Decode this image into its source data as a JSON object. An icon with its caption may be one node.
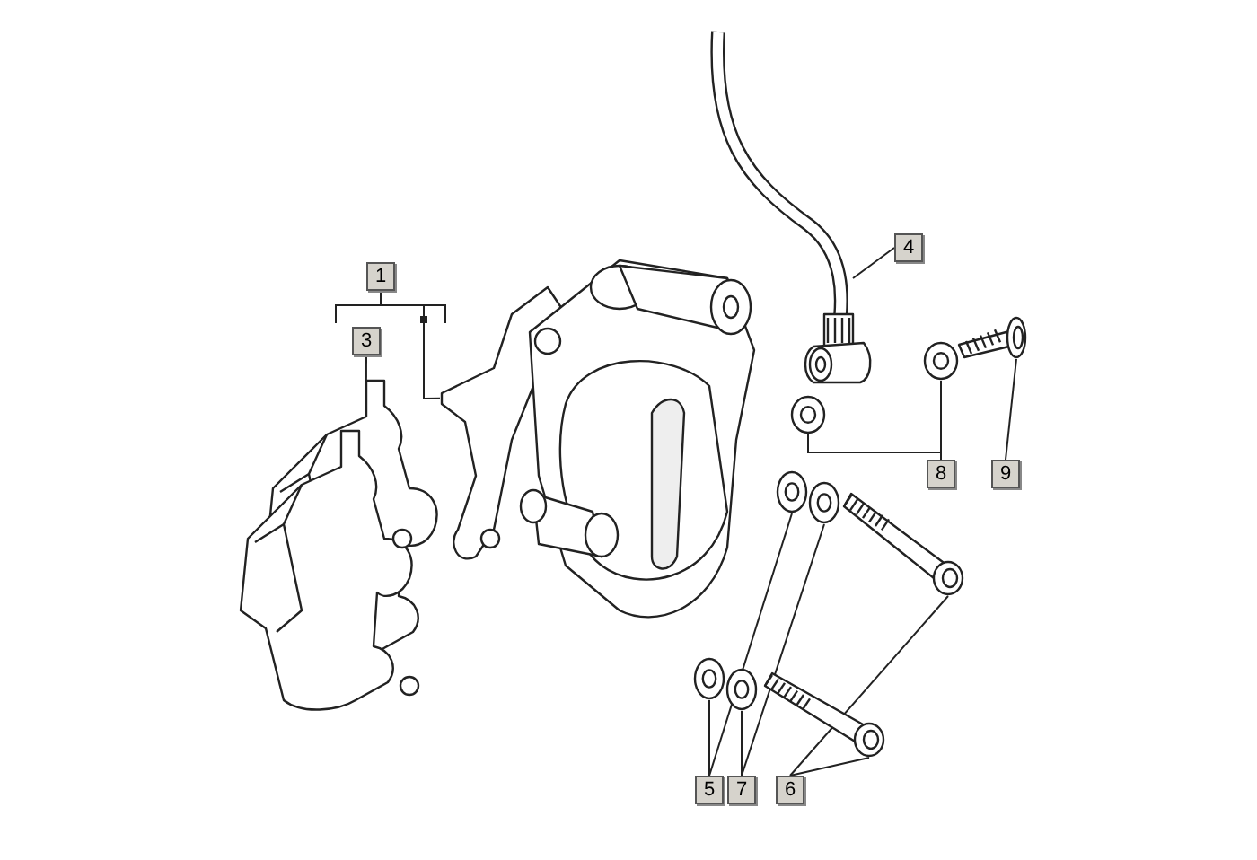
{
  "diagram": {
    "nodes": [
      {
        "text": [
          "1"
        ]
      },
      {
        "text": [
          "3"
        ]
      },
      {
        "text": [
          "4"
        ]
      },
      {
        "text": [
          "8"
        ]
      },
      {
        "text": [
          "9"
        ]
      },
      {
        "text": [
          "5"
        ]
      },
      {
        "text": [
          "7"
        ]
      },
      {
        "text": [
          "6"
        ]
      },
      {
        "text": [],
        "shape": "picture"
      },
      {
        "text": [],
        "shape": "picture"
      },
      {
        "text": [],
        "shape": "picture"
      },
      {
        "text": [],
        "shape": "picture"
      },
      {
        "text": [],
        "shape": "picture"
      },
      {
        "text": [],
        "shape": "picture"
      },
      {
        "text": [],
        "shape": "picture"
      },
      {
        "text": [],
        "shape": "picture"
      },
      {
        "text": [],
        "shape": "picture"
      },
      {
        "text": [],
        "shape": "picture"
      },
      {
        "text": [],
        "shape": "picture"
      },
      {
        "text": [],
        "shape": "picture"
      }
    ],
    "edges": [
      {
        "from": 0,
        "to": 9,
        "arrow": "none"
      },
      {
        "from": 1,
        "to": 8,
        "arrow": "none"
      },
      {
        "from": 2,
        "to": 10,
        "arrow": "none"
      },
      {
        "from": 3,
        "to": 11,
        "arrow": "none"
      },
      {
        "from": 3,
        "to": 12,
        "arrow": "none"
      },
      {
        "from": 4,
        "to": 13,
        "arrow": "none"
      },
      {
        "from": 5,
        "to": 14,
        "arrow": "none"
      },
      {
        "from": 5,
        "to": 17,
        "arrow": "none"
      },
      {
        "from": 6,
        "to": 15,
        "arrow": "none"
      },
      {
        "from": 6,
        "to": 18,
        "arrow": "none"
      },
      {
        "from": 7,
        "to": 16,
        "arrow": "none"
      },
      {
        "from": 7,
        "to": 19,
        "arrow": "none"
      }
    ]
  }
}
